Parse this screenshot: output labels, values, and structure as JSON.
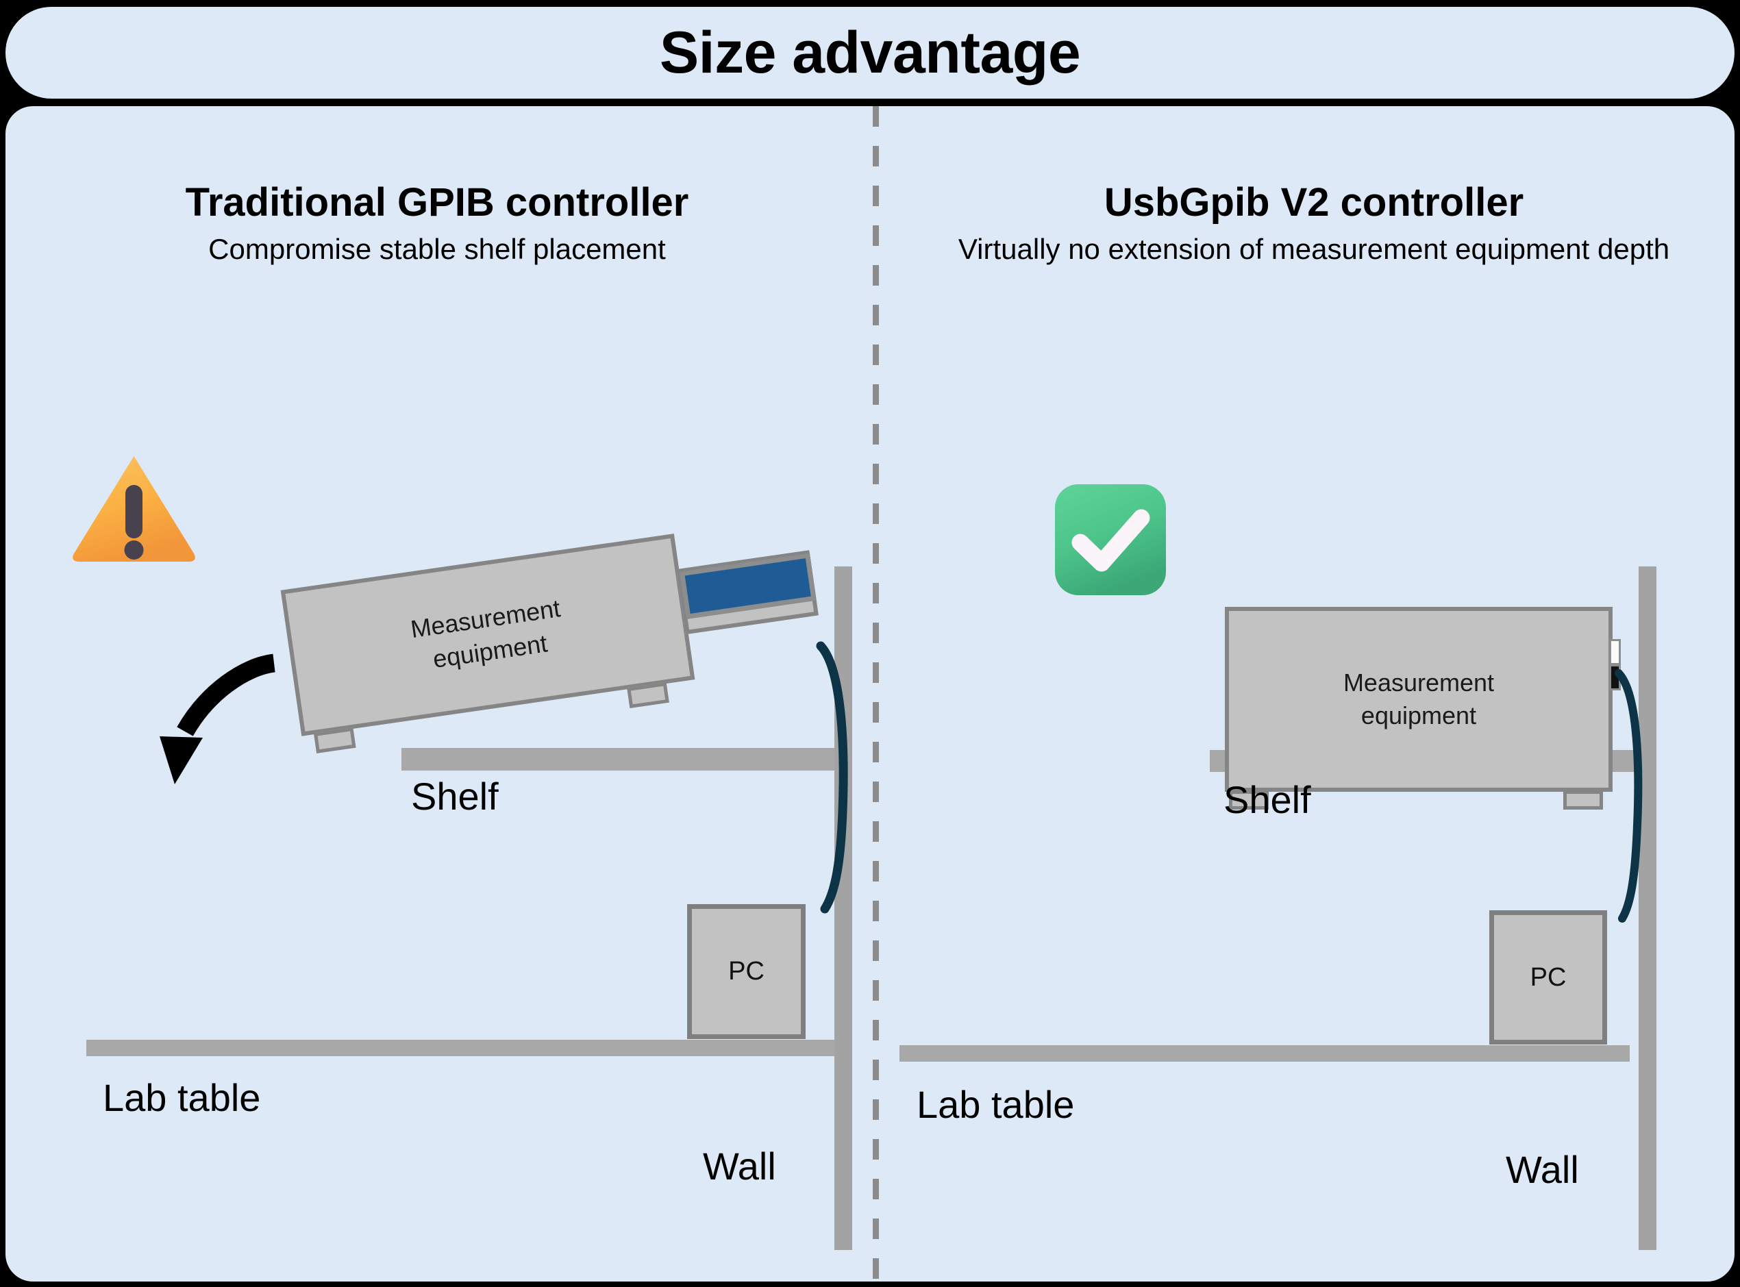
{
  "header": {
    "title": "Size advantage"
  },
  "colors": {
    "panel_bg": "#DEE9F7",
    "page_bg": "#000000",
    "equipment_fill": "#C2C2C2",
    "equipment_stroke": "#858585",
    "shelf": "#A8A8A8",
    "wall": "#A3A3A3",
    "gpib_connector_blue": "#1F5C96",
    "cable": "#0D3446",
    "warning_orange": "#FBB042",
    "success_green": "#4CC48A",
    "divider": "#8C8C8C"
  },
  "panels": [
    {
      "id": "traditional",
      "title": "Traditional GPIB controller",
      "subtitle": "Compromise stable shelf placement",
      "status_icon": "warning-triangle-icon",
      "has_tilt_arrow": true,
      "equipment_label": "Measurement\nequipment",
      "shelf_label": "Shelf",
      "table_label": "Lab table",
      "wall_label": "Wall",
      "pc_label": "PC",
      "connector_type": "gpib-bulky-connector"
    },
    {
      "id": "usbgpib",
      "title": "UsbGpib V2 controller",
      "subtitle": "Virtually no extension of measurement equipment depth",
      "status_icon": "check-square-icon",
      "has_tilt_arrow": false,
      "equipment_label": "Measurement\nequipment",
      "shelf_label": "Shelf",
      "table_label": "Lab table",
      "wall_label": "Wall",
      "pc_label": "PC",
      "connector_type": "usbgpib-compact-connector"
    }
  ]
}
